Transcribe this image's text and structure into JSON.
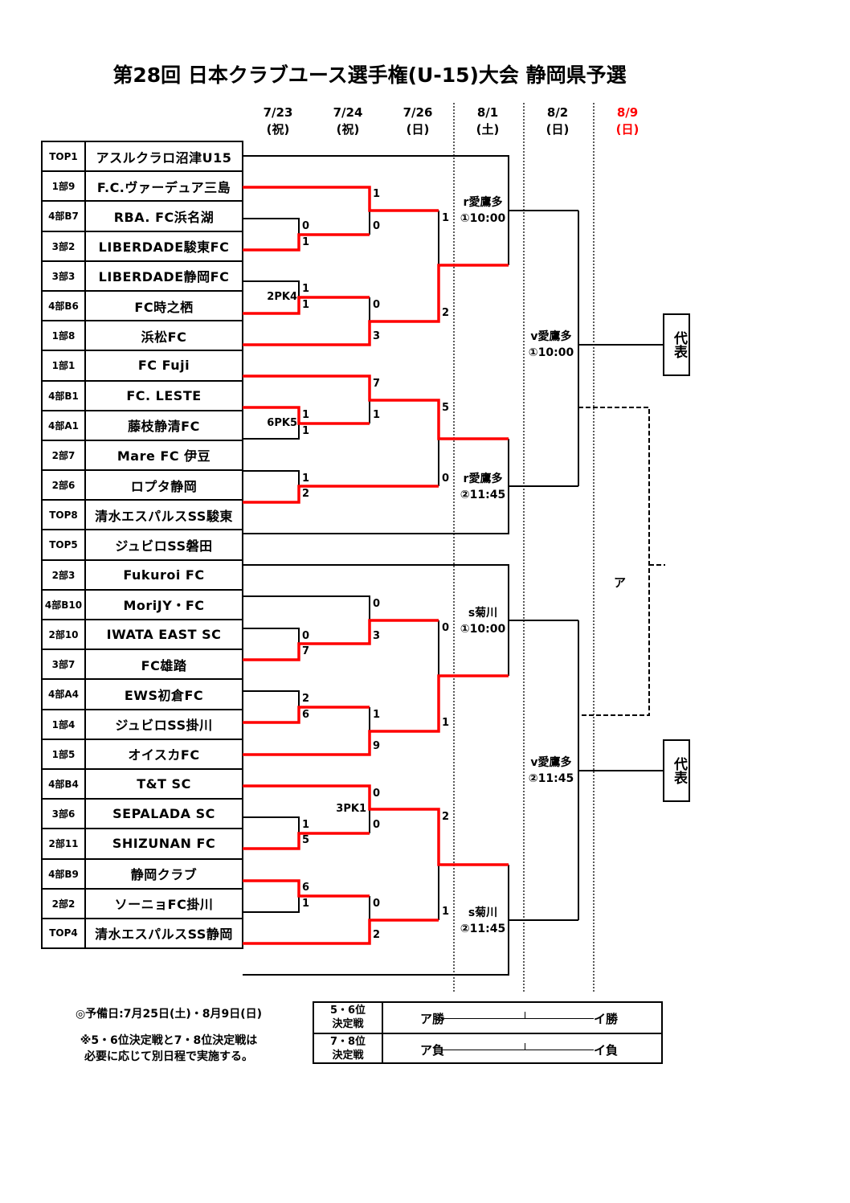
{
  "title": "第28回 日本クラブユース選手権(U-15)大会 静岡県予選",
  "dates": [
    {
      "date": "7/23",
      "day": "(祝)"
    },
    {
      "date": "7/24",
      "day": "(祝)"
    },
    {
      "date": "7/26",
      "day": "(日)"
    },
    {
      "date": "8/1",
      "day": "(土)"
    },
    {
      "date": "8/2",
      "day": "(日)"
    },
    {
      "date": "8/9",
      "day": "(日)"
    }
  ],
  "colors": {
    "winner_line": "#ff0000",
    "highlight_date": "#ff0000"
  },
  "teams": [
    {
      "seed": "TOP1",
      "name": "アスルクラロ沼津U15"
    },
    {
      "seed": "1部9",
      "name": "F.C.ヴァーデュア三島"
    },
    {
      "seed": "4部B7",
      "name": "RBA. FC浜名湖"
    },
    {
      "seed": "3部2",
      "name": "LIBERDADE駿東FC"
    },
    {
      "seed": "3部3",
      "name": "LIBERDADE静岡FC"
    },
    {
      "seed": "4部B6",
      "name": "FC時之栖"
    },
    {
      "seed": "1部8",
      "name": "浜松FC"
    },
    {
      "seed": "1部1",
      "name": "FC Fuji"
    },
    {
      "seed": "4部B1",
      "name": "FC. LESTE"
    },
    {
      "seed": "4部A1",
      "name": "藤枝静清FC"
    },
    {
      "seed": "2部7",
      "name": "Mare FC 伊豆"
    },
    {
      "seed": "2部6",
      "name": "ロプタ静岡"
    },
    {
      "seed": "TOP8",
      "name": "清水エスパルスSS駿東"
    },
    {
      "seed": "TOP5",
      "name": "ジュビロSS磐田"
    },
    {
      "seed": "2部3",
      "name": "Fukuroi FC"
    },
    {
      "seed": "4部B10",
      "name": "MoriJY・FC"
    },
    {
      "seed": "2部10",
      "name": "IWATA EAST SC"
    },
    {
      "seed": "3部7",
      "name": "FC雄踏"
    },
    {
      "seed": "4部A4",
      "name": "EWS初倉FC"
    },
    {
      "seed": "1部4",
      "name": "ジュビロSS掛川"
    },
    {
      "seed": "1部5",
      "name": "オイスカFC"
    },
    {
      "seed": "4部B4",
      "name": "T&T SC"
    },
    {
      "seed": "3部6",
      "name": "SEPALADA SC"
    },
    {
      "seed": "2部11",
      "name": "SHIZUNAN FC"
    },
    {
      "seed": "4部B9",
      "name": "静岡クラブ"
    },
    {
      "seed": "2部2",
      "name": "ソーニョFC掛川"
    },
    {
      "seed": "TOP4",
      "name": "清水エスパルスSS静岡"
    }
  ],
  "scores": {
    "round1": [
      "0",
      "1",
      "1",
      "1",
      "1",
      "1",
      "1",
      "2",
      "0",
      "7",
      "2",
      "6",
      "1",
      "5",
      "6",
      "1"
    ],
    "round2": [
      "1",
      "0",
      "0",
      "3",
      "7",
      "1",
      "0",
      "3",
      "1",
      "9",
      "0",
      "0",
      "0",
      "2"
    ],
    "round3": [
      "1",
      "2",
      "5",
      "0",
      "0",
      "1",
      "2",
      "1"
    ],
    "pk": [
      "2PK4",
      "6PK5",
      "3PK1"
    ]
  },
  "venues": [
    {
      "name": "r愛鷹多",
      "time": "①10:00"
    },
    {
      "name": "r愛鷹多",
      "time": "②11:45"
    },
    {
      "name": "s菊川",
      "time": "①10:00"
    },
    {
      "name": "s菊川",
      "time": "②11:45"
    },
    {
      "name": "v愛鷹多",
      "time": "①10:00"
    },
    {
      "name": "v愛鷹多",
      "time": "②11:45"
    }
  ],
  "placeholder_label": "ア",
  "representative": [
    "代表",
    "代表"
  ],
  "notes": {
    "reserve": "◎予備日:7月25日(土)・8月9日(日)",
    "line1": "※5・6位決定戦と7・8位決定戦は",
    "line2": "必要に応じて別日程で実施する。"
  },
  "playoffs": [
    {
      "label1": "5・6位",
      "label2": "決定戦",
      "left": "ア勝",
      "right": "イ勝"
    },
    {
      "label1": "7・8位",
      "label2": "決定戦",
      "left": "ア負",
      "right": "イ負"
    }
  ]
}
